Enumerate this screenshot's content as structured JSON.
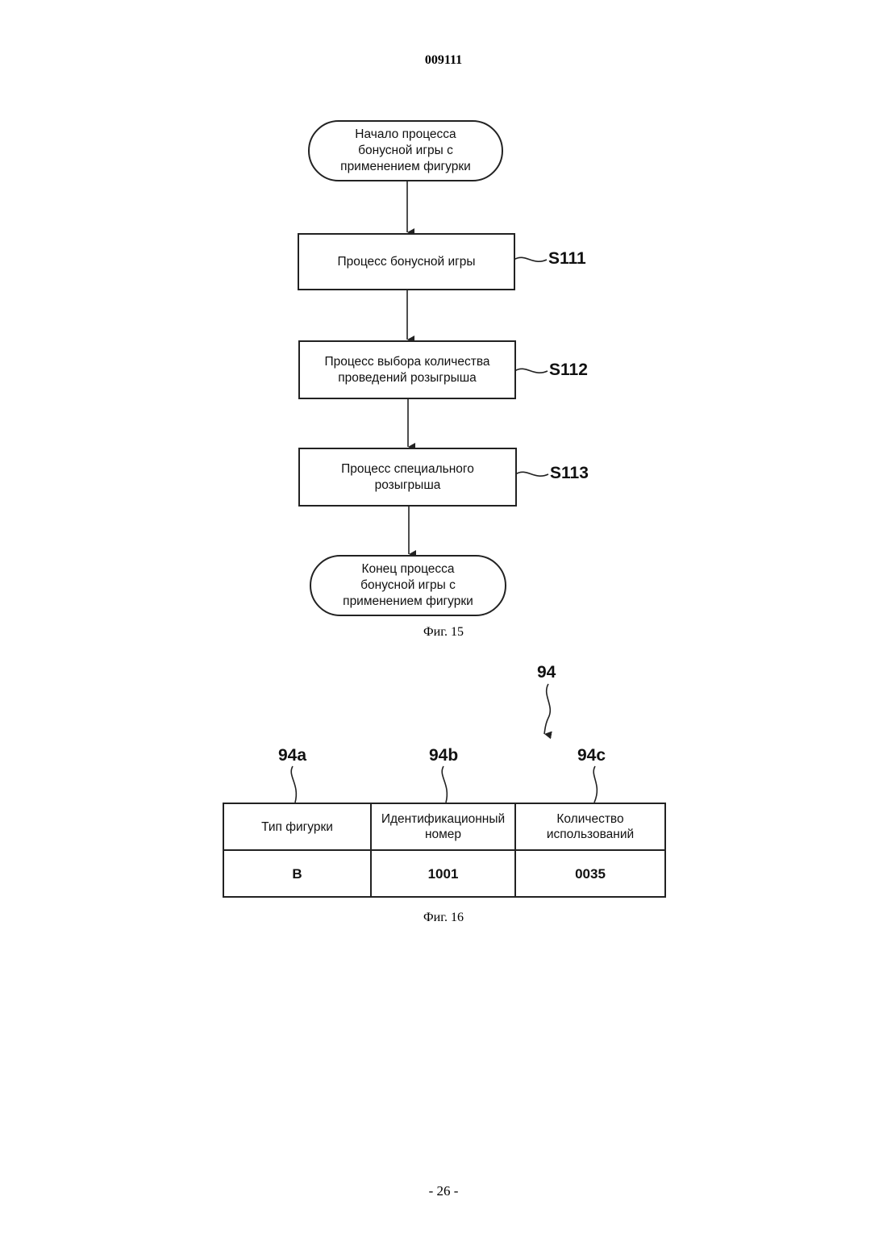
{
  "page": {
    "number": "009111",
    "footer": "- 26 -"
  },
  "fig15": {
    "start": "Начало процесса\nбонусной игры с\nприменением фигурки",
    "steps": [
      {
        "label": "Процесс бонусной игры",
        "id": "S111"
      },
      {
        "label": "Процесс выбора количества\nпроведений розыгрыша",
        "id": "S112"
      },
      {
        "label": "Процесс специального\nрозыгрыша",
        "id": "S113"
      }
    ],
    "end": "Конец процесса\nбонусной игры с\nприменением фигурки",
    "caption": "Фиг. 15"
  },
  "fig16": {
    "ref": "94",
    "columns": [
      {
        "ref": "94a",
        "header": "Тип фигурки",
        "value": "B"
      },
      {
        "ref": "94b",
        "header": "Идентификационный\nномер",
        "value": "1001"
      },
      {
        "ref": "94c",
        "header": "Количество\nиспользований",
        "value": "0035"
      }
    ],
    "caption": "Фиг. 16"
  }
}
